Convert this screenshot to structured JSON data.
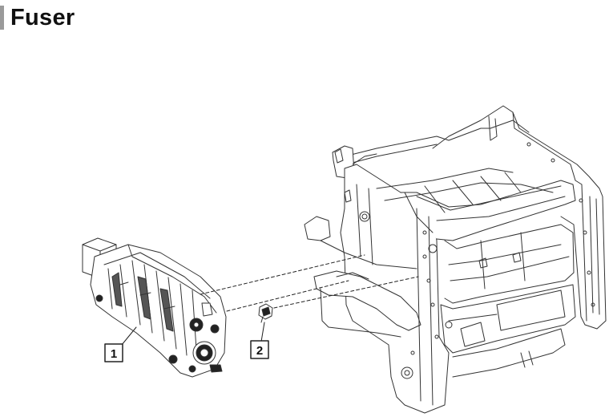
{
  "page": {
    "title": "Fuser"
  },
  "diagram": {
    "callouts": [
      {
        "id": "1",
        "label": "1"
      },
      {
        "id": "2",
        "label": "2"
      }
    ],
    "colors": {
      "line": "#333333",
      "accent": "#9a9a9a"
    }
  }
}
